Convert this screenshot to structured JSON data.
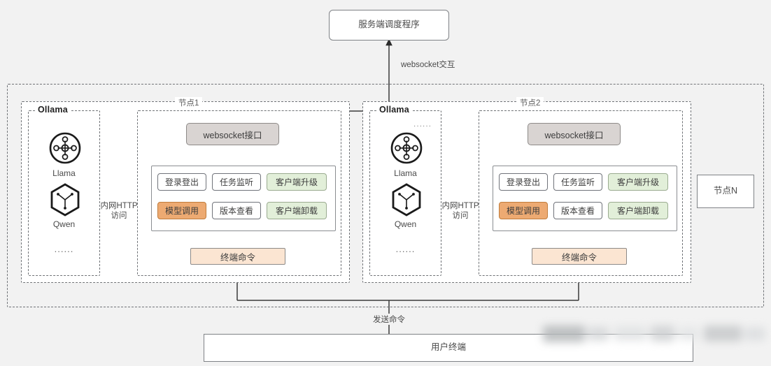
{
  "diagram": {
    "title_box": {
      "label": "服务端调度程序"
    },
    "top_edge_label": "websocket交互",
    "bottom_edge_label": "发送命令",
    "user_terminal": {
      "label": "用户终端"
    },
    "node_n": {
      "label": "节点N"
    },
    "nodes": [
      {
        "tag": "节点1",
        "ollama": {
          "title": "Ollama",
          "models": [
            {
              "name": "Llama",
              "icon": "llama-network-icon"
            },
            {
              "name": "Qwen",
              "icon": "qwen-hexagon-icon"
            }
          ],
          "more": "......"
        },
        "http_label_line1": "内网HTTP",
        "http_label_line2": "访问",
        "websocket_box": "websocket接口",
        "features": [
          {
            "label": "登录登出",
            "style": "plain"
          },
          {
            "label": "任务监听",
            "style": "plain"
          },
          {
            "label": "客户端升级",
            "style": "green"
          },
          {
            "label": "模型调用",
            "style": "orange"
          },
          {
            "label": "版本查看",
            "style": "plain"
          },
          {
            "label": "客户端卸载",
            "style": "green"
          }
        ],
        "terminal_box": "终端命令"
      },
      {
        "tag": "节点2",
        "ollama": {
          "title": "Ollama",
          "models": [
            {
              "name": "Llama",
              "icon": "llama-network-icon"
            },
            {
              "name": "Qwen",
              "icon": "qwen-hexagon-icon"
            }
          ],
          "more": "......",
          "more_top": "······"
        },
        "http_label_line1": "内网HTTP",
        "http_label_line2": "访问",
        "websocket_box": "websocket接口",
        "features": [
          {
            "label": "登录登出",
            "style": "plain"
          },
          {
            "label": "任务监听",
            "style": "plain"
          },
          {
            "label": "客户端升级",
            "style": "green"
          },
          {
            "label": "模型调用",
            "style": "orange"
          },
          {
            "label": "版本查看",
            "style": "plain"
          },
          {
            "label": "客户端卸载",
            "style": "green"
          }
        ],
        "terminal_box": "终端命令"
      }
    ],
    "colors": {
      "background": "#f2f2f2",
      "stroke": "#6f7276",
      "websocket_fill": "#d9d4d2",
      "terminal_fill": "#fbe5d2",
      "green_fill": "#e2efd9",
      "orange_fill": "#edaa72",
      "white": "#ffffff"
    }
  }
}
